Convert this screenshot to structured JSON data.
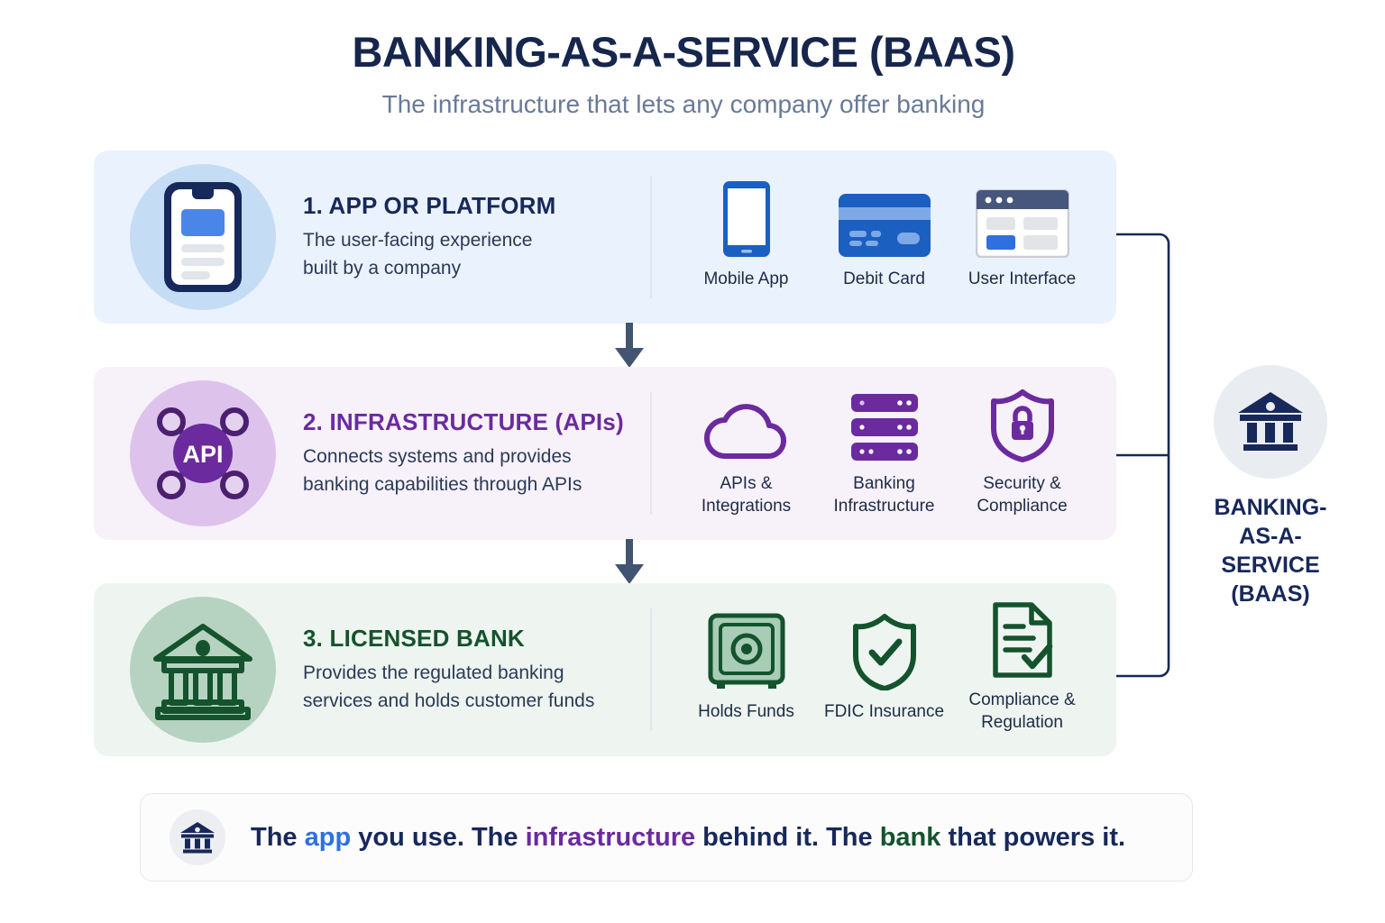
{
  "header": {
    "title": "BANKING-AS-A-SERVICE (BAAS)",
    "subtitle": "The infrastructure that lets any company offer banking"
  },
  "colors": {
    "navy": "#17285a",
    "blue_accent": "#2f6fe0",
    "purple_accent": "#6b2a9e",
    "green_accent": "#14532d",
    "row1_bg": "#eaf2fd",
    "row2_bg": "#f7f1fa",
    "row3_bg": "#eef5f0"
  },
  "stages": [
    {
      "icon": "smartphone-icon",
      "title": "1. APP OR PLATFORM",
      "desc_line1": "The user-facing experience",
      "desc_line2": "built by a company",
      "features": [
        {
          "icon": "mobile-phone-icon",
          "label": "Mobile App"
        },
        {
          "icon": "debit-card-icon",
          "label": "Debit Card"
        },
        {
          "icon": "browser-window-icon",
          "label": "User Interface"
        }
      ]
    },
    {
      "icon": "api-network-icon",
      "icon_text": "API",
      "title": "2. INFRASTRUCTURE (APIs)",
      "desc_line1": "Connects systems and provides",
      "desc_line2": "banking capabilities through APIs",
      "features": [
        {
          "icon": "cloud-icon",
          "label_line1": "APIs &",
          "label_line2": "Integrations"
        },
        {
          "icon": "server-rack-icon",
          "label_line1": "Banking",
          "label_line2": "Infrastructure"
        },
        {
          "icon": "shield-lock-icon",
          "label_line1": "Security &",
          "label_line2": "Compliance"
        }
      ]
    },
    {
      "icon": "bank-building-icon",
      "title": "3. LICENSED BANK",
      "desc_line1": "Provides the regulated banking",
      "desc_line2": "services and holds customer funds",
      "features": [
        {
          "icon": "safe-vault-icon",
          "label": "Holds Funds"
        },
        {
          "icon": "shield-check-icon",
          "label": "FDIC Insurance"
        },
        {
          "icon": "document-check-icon",
          "label_line1": "Compliance &",
          "label_line2": "Regulation"
        }
      ]
    }
  ],
  "summary": {
    "icon": "bank-building-icon",
    "label_line1": "BANKING-",
    "label_line2": "AS-A-SERVICE",
    "label_line3": "(BAAS)"
  },
  "banner": {
    "icon": "bank-building-icon",
    "part1": "The ",
    "keyword_app": "app",
    "part2": " you use. The ",
    "keyword_infrastructure": "infrastructure",
    "part3": " behind it. The ",
    "keyword_bank": "bank",
    "part4": " that powers it."
  }
}
